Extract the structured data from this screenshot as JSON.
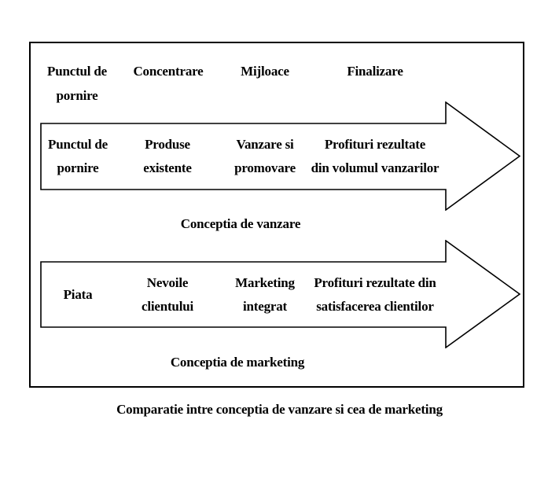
{
  "colors": {
    "ink": "#000000",
    "background": "#ffffff"
  },
  "header": {
    "col1": "Punctul de\npornire",
    "col2": "Concentrare",
    "col3": "Mijloace",
    "col4": "Finalizare"
  },
  "sales": {
    "col1": "Punctul de\npornire",
    "col2": "Produse\nexistente",
    "col3": "Vanzare si\npromovare",
    "col4": "Profituri rezultate\ndin volumul vanzarilor",
    "label": "Conceptia de vanzare"
  },
  "marketing": {
    "col1": "Piata",
    "col2": "Nevoile\nclientului",
    "col3": "Marketing\nintegrat",
    "col4": "Profituri rezultate din\nsatisfacerea clientilor",
    "label": "Conceptia de marketing"
  },
  "caption": "Comparatie intre conceptia de vanzare si cea de marketing"
}
